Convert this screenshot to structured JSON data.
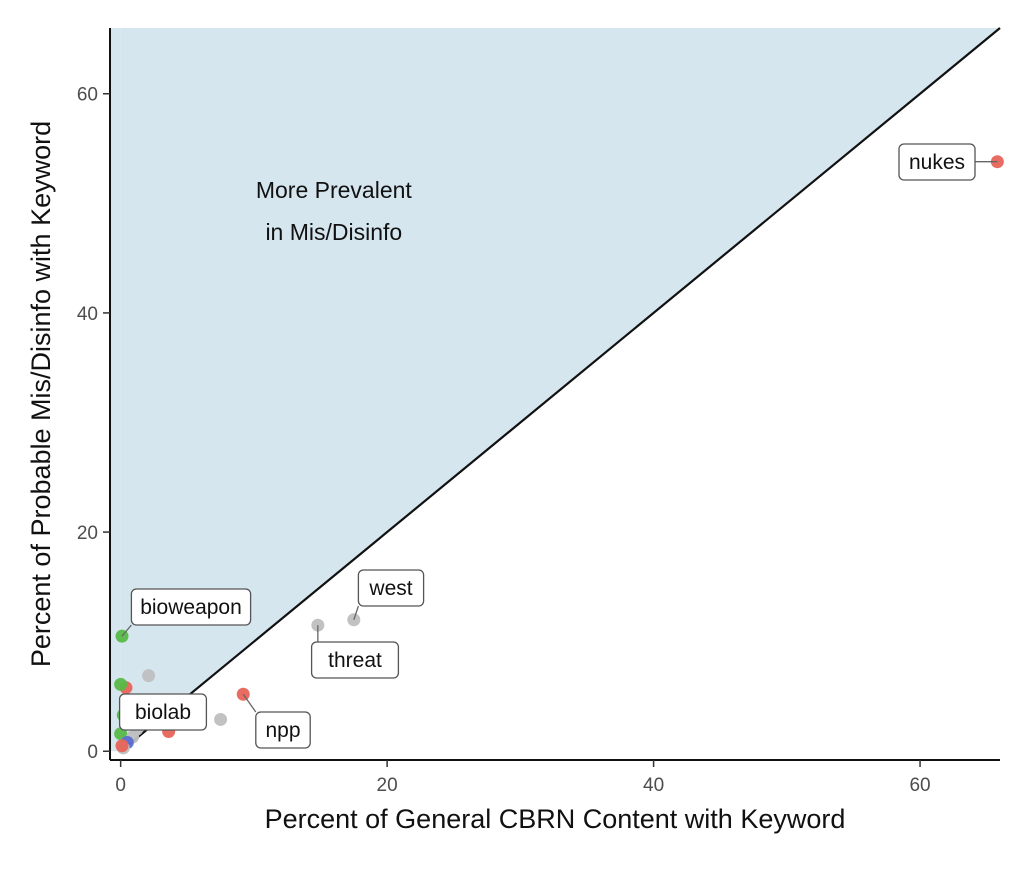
{
  "chart_data": {
    "type": "scatter",
    "title": "",
    "xlabel": "Percent of General CBRN Content with Keyword",
    "ylabel": "Percent of Probable Mis/Disinfo with Keyword",
    "xlim": [
      -0.8,
      66
    ],
    "ylim": [
      -0.8,
      66
    ],
    "xticks": [
      0,
      20,
      40,
      60
    ],
    "yticks": [
      0,
      20,
      40,
      60
    ],
    "grid": false,
    "reference_line": {
      "slope": 1,
      "intercept": 0,
      "color": "#111111"
    },
    "shaded_region": {
      "description_label": [
        "More Prevalent",
        "in Mis/Disinfo"
      ],
      "color": "#d6e6ee"
    },
    "colors": {
      "red": "#e8645a",
      "green": "#58b947",
      "grey": "#bfbfbf",
      "blue": "#5b6bd1"
    },
    "points": [
      {
        "x": 65.8,
        "y": 53.8,
        "color": "red",
        "label": "nukes"
      },
      {
        "x": 17.5,
        "y": 12.0,
        "color": "grey",
        "label": "west"
      },
      {
        "x": 14.8,
        "y": 11.5,
        "color": "grey",
        "label": "threat"
      },
      {
        "x": 0.1,
        "y": 10.5,
        "color": "green",
        "label": "bioweapon"
      },
      {
        "x": 9.2,
        "y": 5.2,
        "color": "red",
        "label": "npp"
      },
      {
        "x": 0.2,
        "y": 3.3,
        "color": "green",
        "label": "biolab"
      },
      {
        "x": 2.1,
        "y": 6.9,
        "color": "grey"
      },
      {
        "x": 7.5,
        "y": 2.9,
        "color": "grey"
      },
      {
        "x": 3.6,
        "y": 1.8,
        "color": "red"
      },
      {
        "x": 0.4,
        "y": 5.8,
        "color": "red"
      },
      {
        "x": 0.0,
        "y": 6.1,
        "color": "green"
      },
      {
        "x": 0.0,
        "y": 1.6,
        "color": "green"
      },
      {
        "x": 1.2,
        "y": 2.0,
        "color": "grey"
      },
      {
        "x": 0.9,
        "y": 1.3,
        "color": "grey"
      },
      {
        "x": 0.5,
        "y": 0.8,
        "color": "blue"
      },
      {
        "x": 0.2,
        "y": 0.3,
        "color": "grey"
      },
      {
        "x": 0.1,
        "y": 0.5,
        "color": "red"
      }
    ]
  }
}
